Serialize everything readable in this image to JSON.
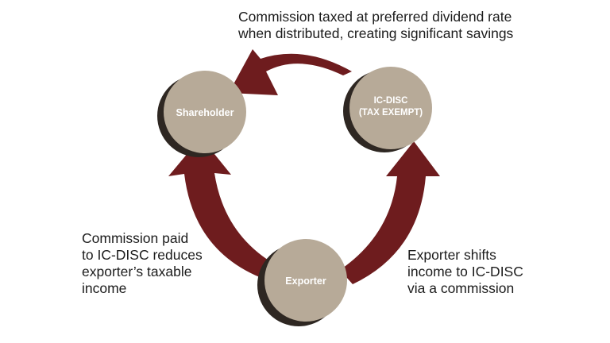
{
  "nodes": {
    "shareholder": {
      "label": "Shareholder"
    },
    "icdisc": {
      "label_line1": "IC-DISC",
      "label_line2": "(TAX EXEMPT)"
    },
    "exporter": {
      "label": "Exporter"
    }
  },
  "captions": {
    "top": "Commission taxed at preferred dividend rate\nwhen distributed, creating significant savings",
    "left": "Commission paid\nto IC-DISC reduces\nexporter’s taxable\nincome",
    "right": "Exporter shifts\nincome to IC-DISC\nvia a commission"
  },
  "colors": {
    "arrow": "#6e1c1e",
    "node_fill": "#b7aa98",
    "node_shadow": "#2e2722",
    "node_text": "#ffffff",
    "caption_text": "#1c1c1c"
  }
}
